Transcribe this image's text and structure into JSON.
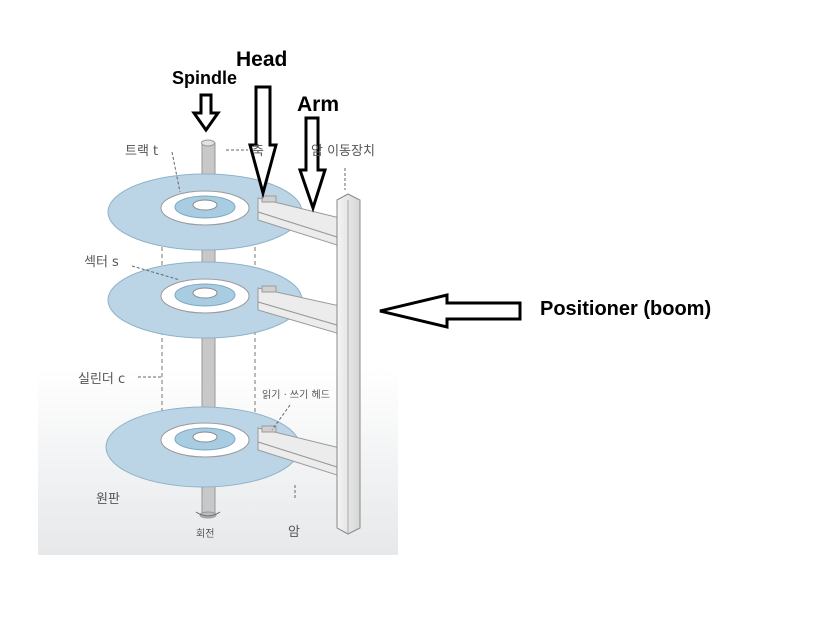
{
  "labels": {
    "spindle": "Spindle",
    "head": "Head",
    "arm": "Arm",
    "positioner": "Positioner (boom)"
  },
  "korean_labels": {
    "track": "트랙 t",
    "head_ko": "축",
    "arm_mover": "암 이동장치",
    "sector": "섹터 s",
    "cylinder": "실린더 c",
    "rw_head": "읽기 · 쓰기 헤드",
    "platter": "원판",
    "rotation": "회전",
    "arm_ko": "암"
  },
  "colors": {
    "platter_fill": "#bcd5e6",
    "platter_edge": "#8fb2c9",
    "panel_bg": "#eef0f2",
    "arrow_stroke": "#000000"
  },
  "icons": [
    "arrow-down-outline-icon",
    "arrow-left-outline-icon",
    "rotation-icon"
  ]
}
